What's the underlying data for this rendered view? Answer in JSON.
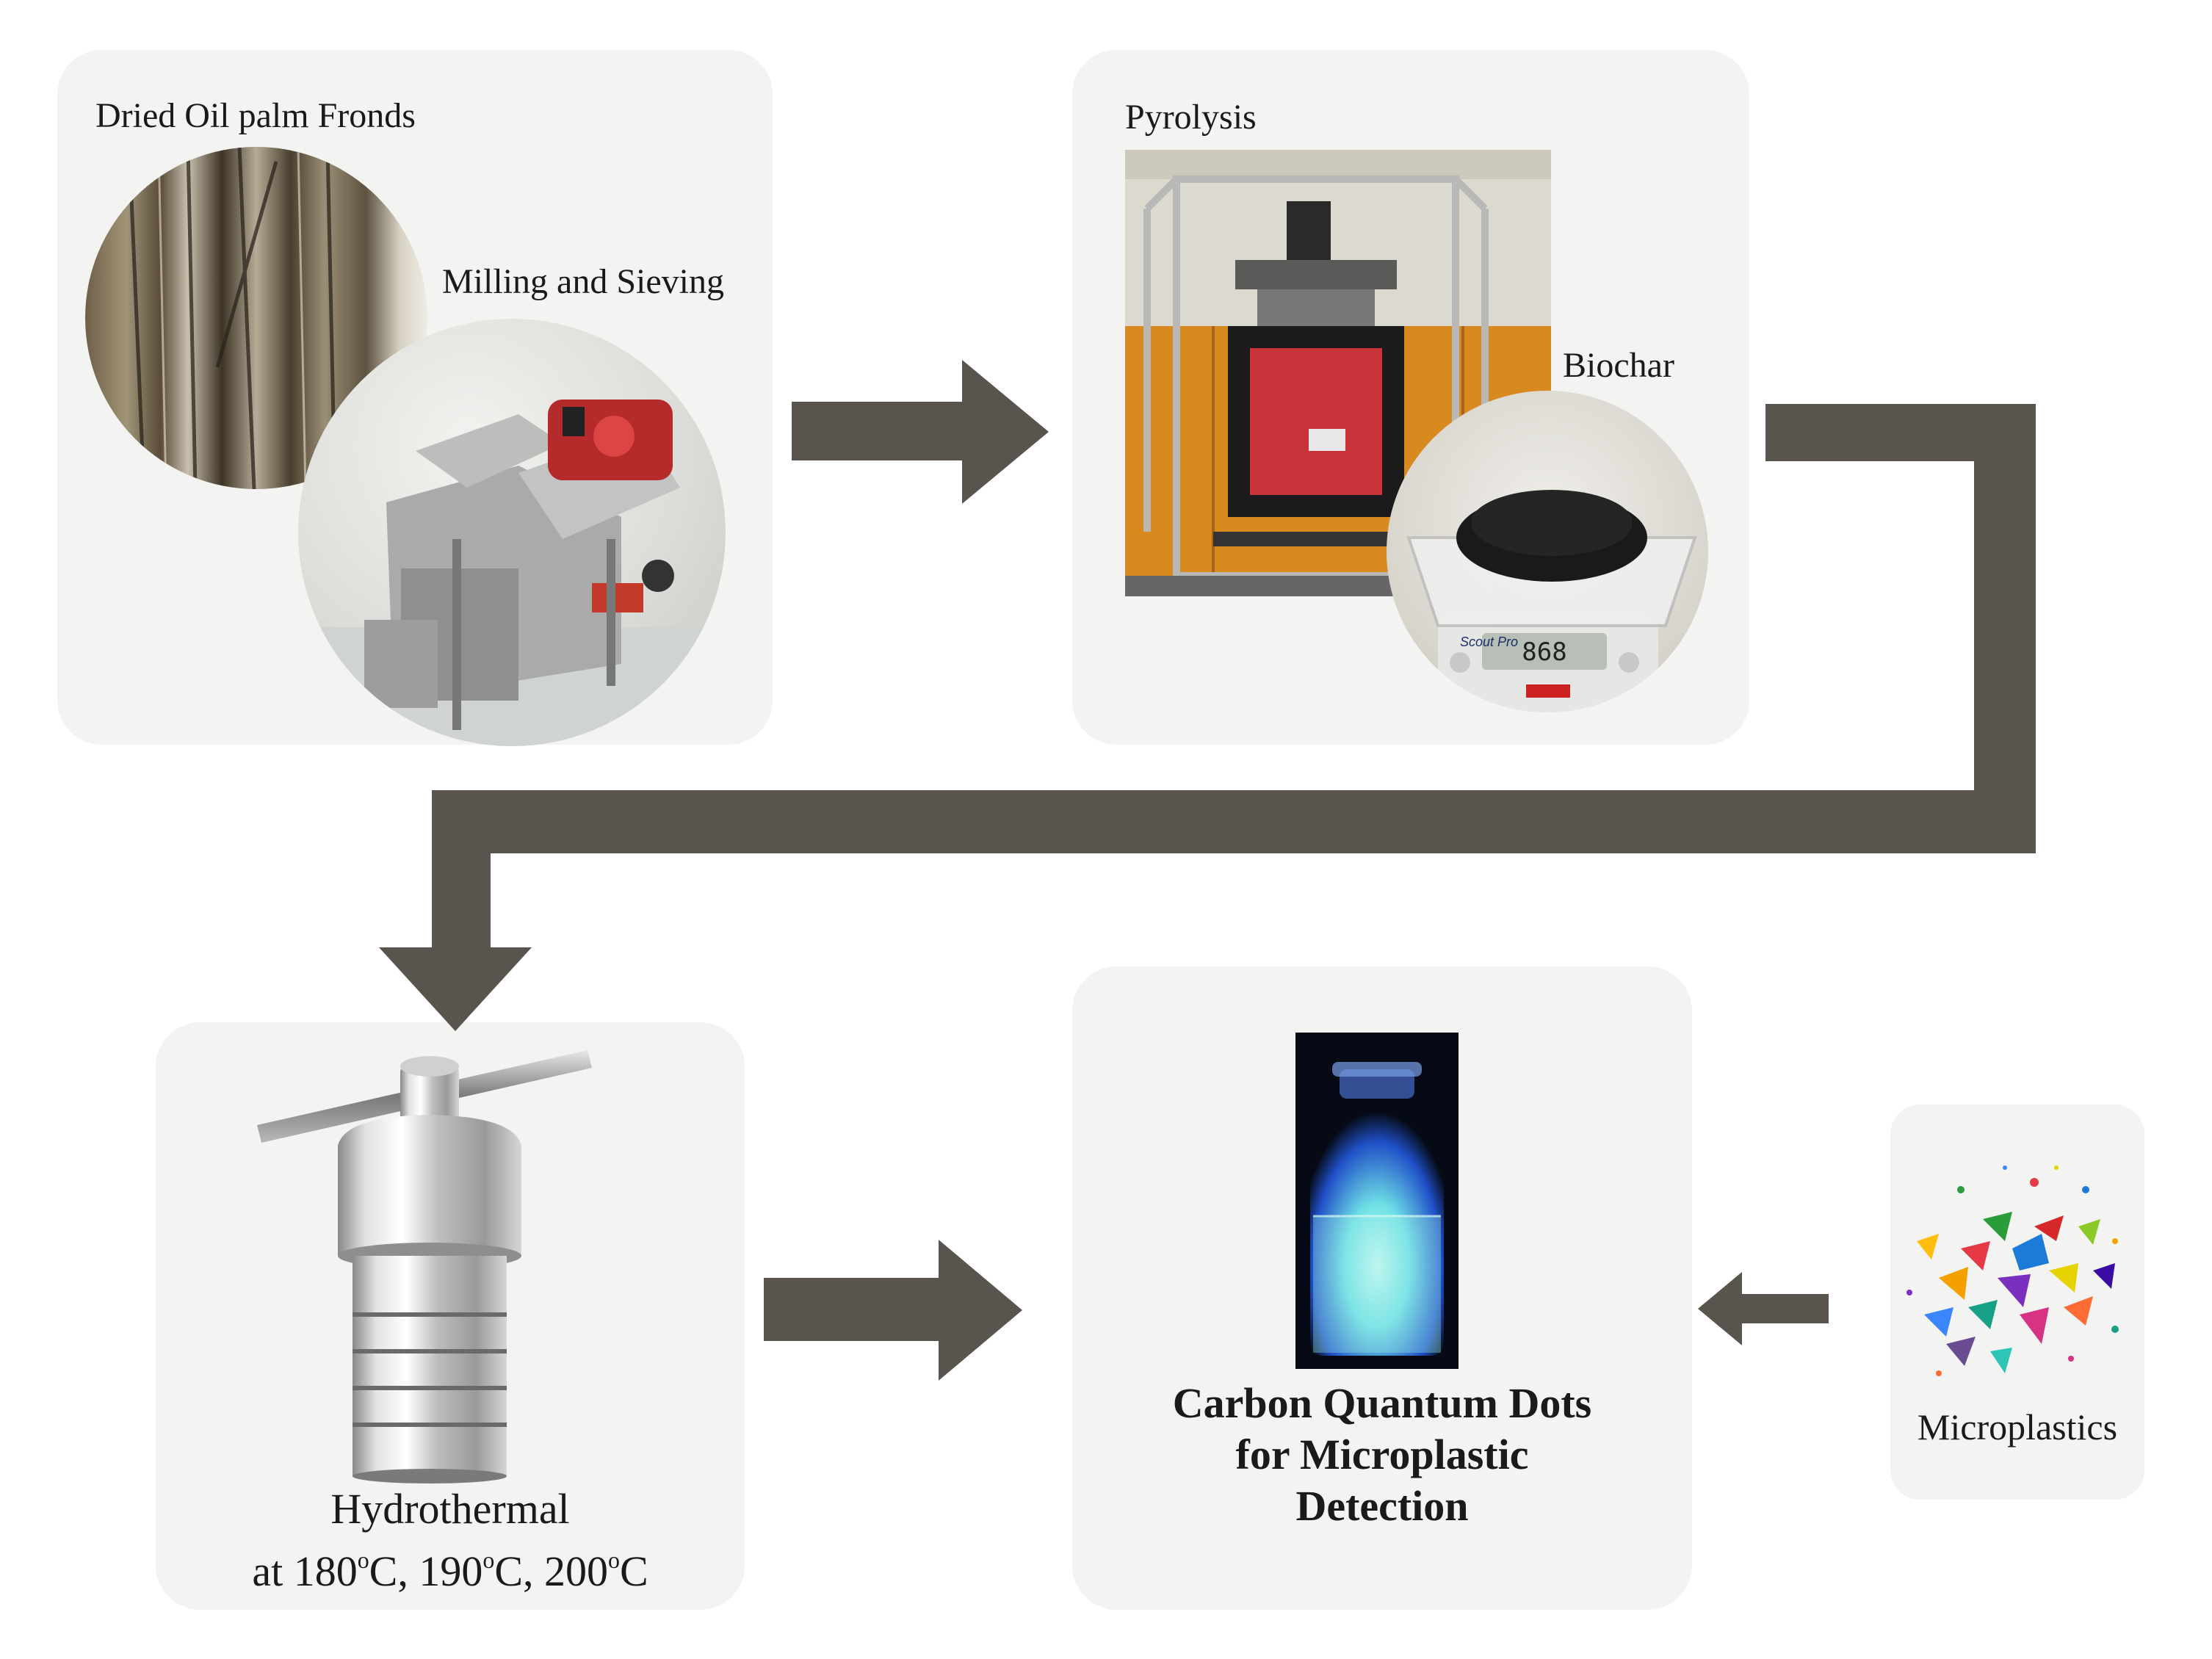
{
  "steps": {
    "step1": {
      "title": "Dried Oil palm Fronds",
      "subtitle": "Milling and Sieving"
    },
    "step2": {
      "title": "Pyrolysis",
      "subtitle": "Biochar",
      "scale_brand": "Scout Pro",
      "scale_reading": "868"
    },
    "step3": {
      "title": "Hydrothermal",
      "temp_prefix": "at 180",
      "temp_sep1": "C, 190",
      "temp_sep2": "C, 200",
      "temp_suffix": "C",
      "degree_mark": "o"
    },
    "step4": {
      "line1": "Carbon Quantum Dots",
      "line2": "for Microplastic",
      "line3": "Detection"
    },
    "step5": {
      "title": "Microplastics"
    }
  },
  "colors": {
    "arrow": "#5a544f",
    "panel": "#f3f3f1"
  },
  "icons": [
    "oil-palm-fronds-photo",
    "milling-machine-photo",
    "pyrolysis-furnace-photo",
    "biochar-scale-photo",
    "hydrothermal-autoclave-icon",
    "fluorescent-vial-photo",
    "microplastics-icon"
  ]
}
